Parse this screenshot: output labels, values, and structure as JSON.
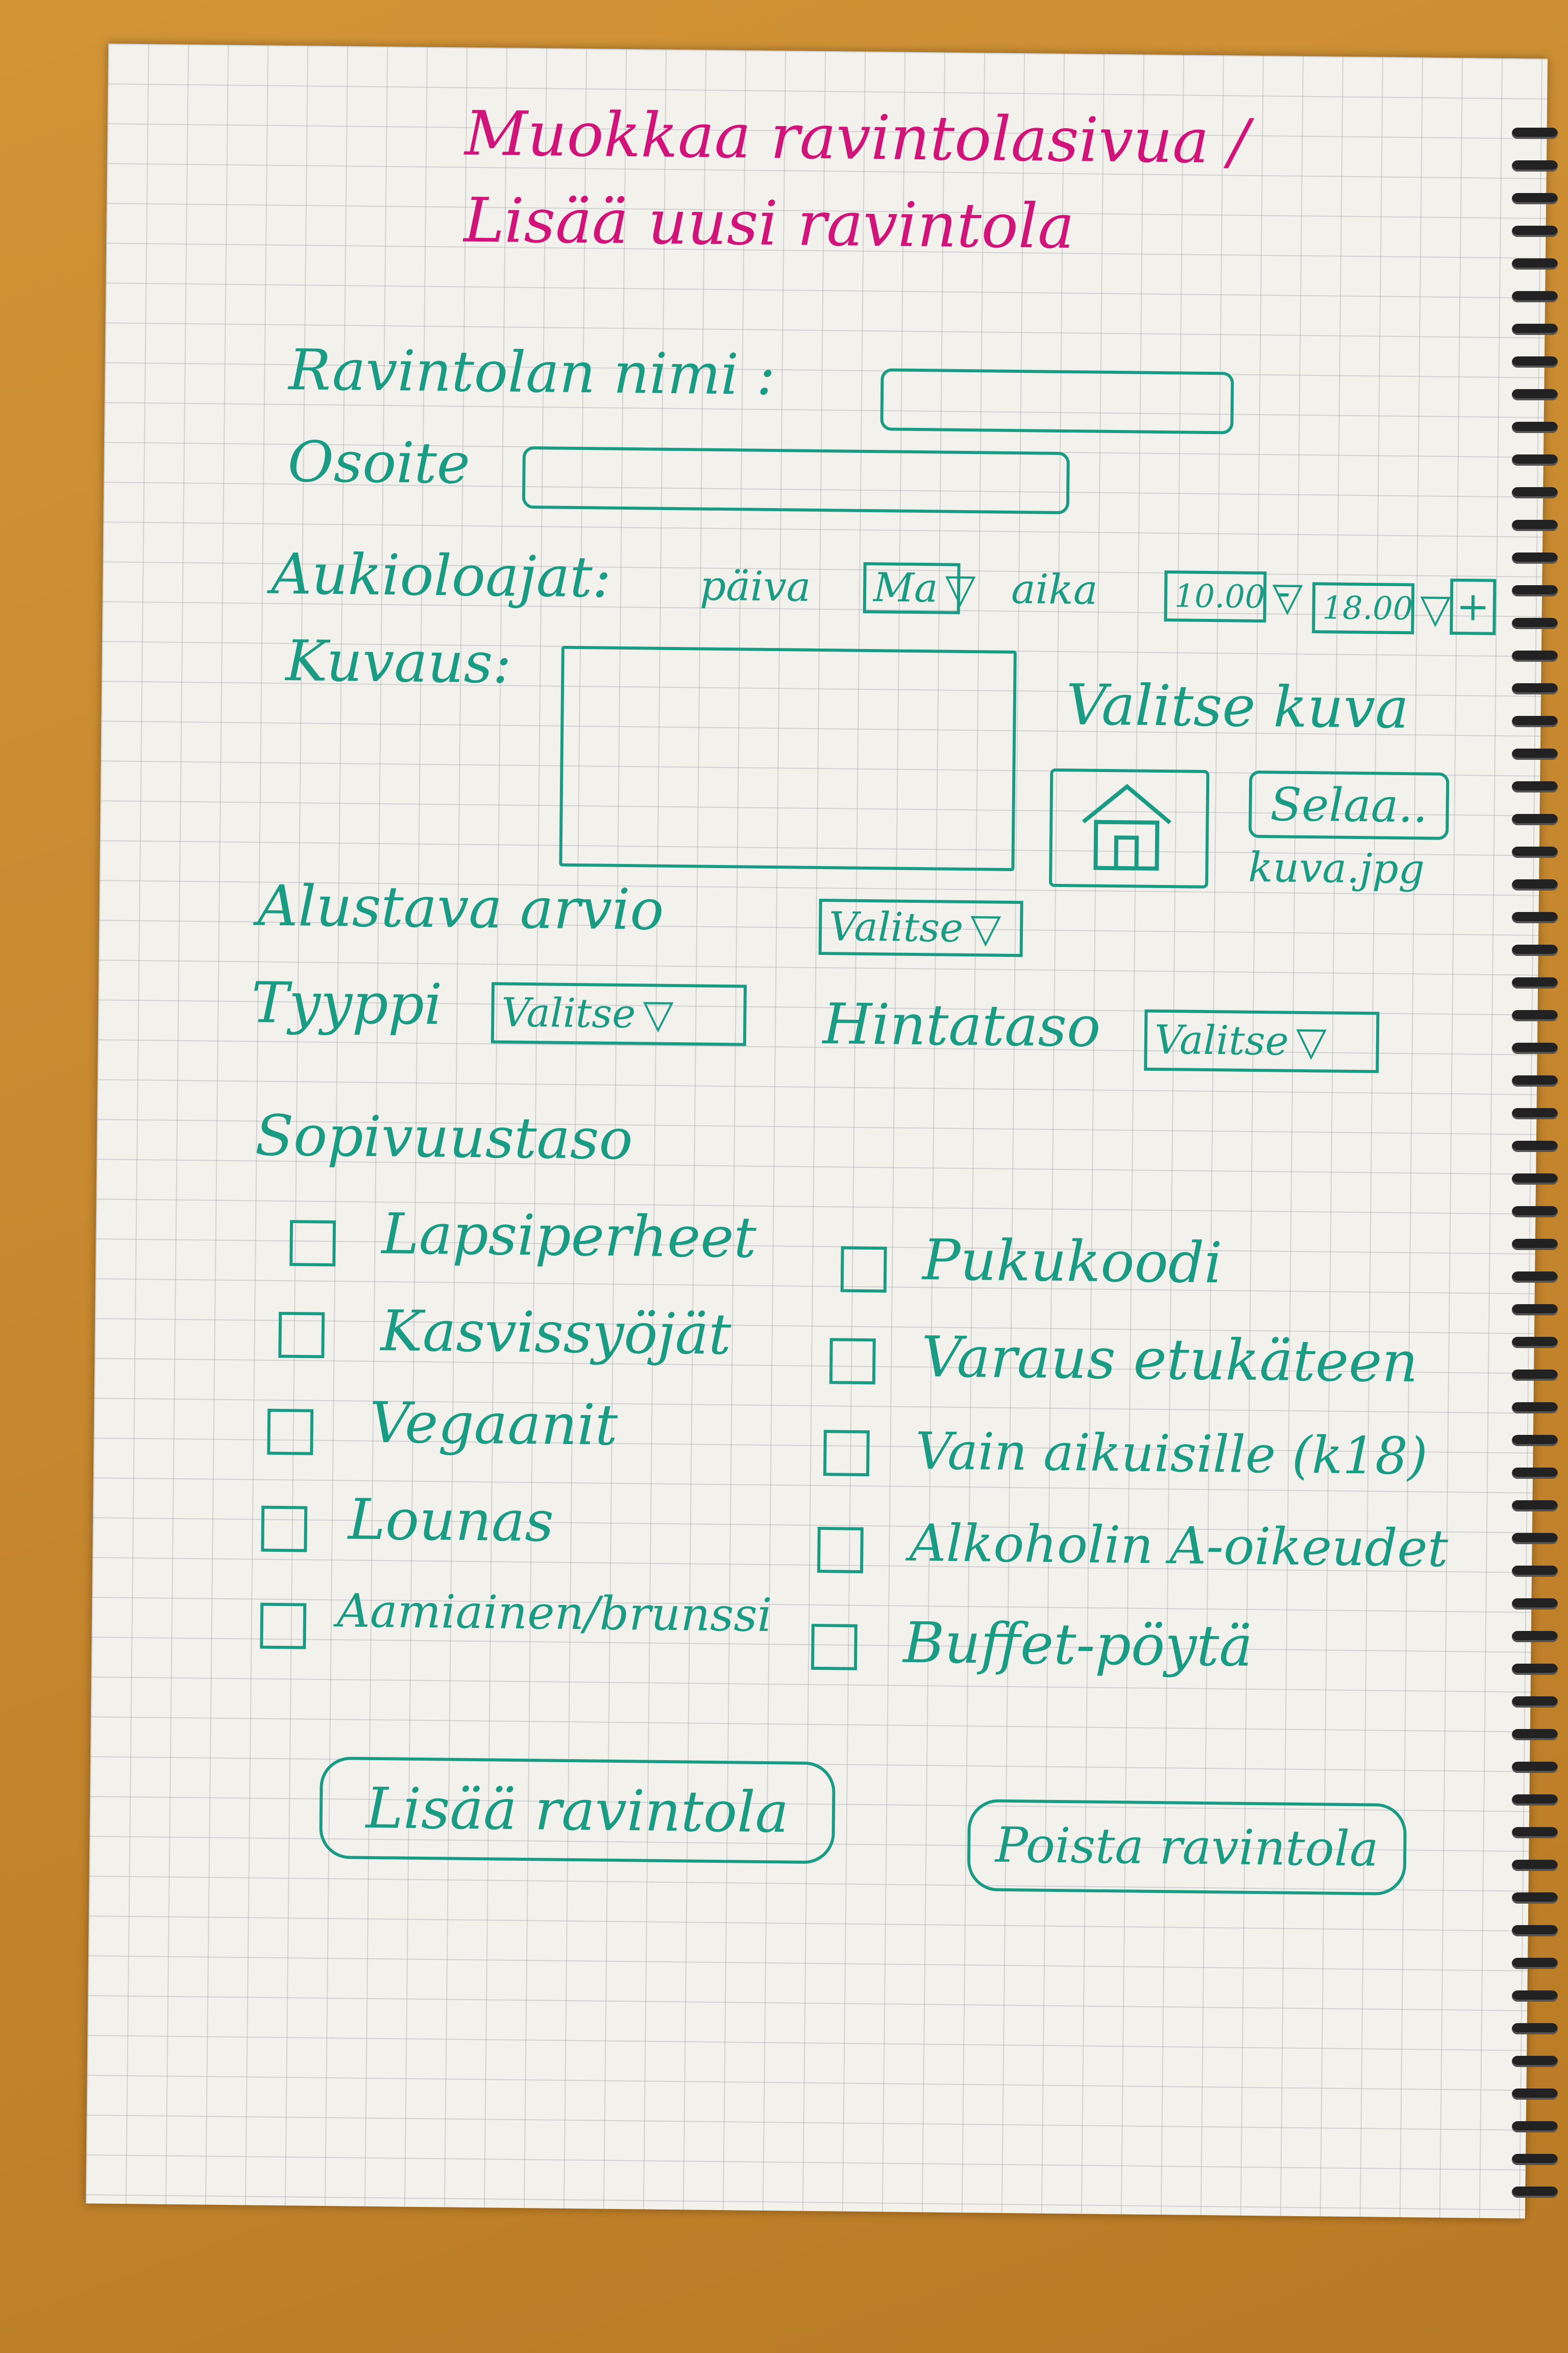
{
  "title": {
    "line1": "Muokkaa ravintolasivua /",
    "line2": "Lisää uusi ravintola"
  },
  "form": {
    "name_label": "Ravintolan nimi :",
    "address_label": "Osoite",
    "hours_label": "Aukioloajat:",
    "day_label": "päiva",
    "day_value": "Ma",
    "time_label": "aika",
    "time_start": "10.00",
    "time_dash": "-",
    "time_end": "18.00",
    "add_hours_symbol": "+",
    "description_label": "Kuvaus:",
    "choose_image_label": "Valitse kuva",
    "browse_button": "Selaa..",
    "file_name": "kuva.jpg",
    "initial_rating_label": "Alustava arvio",
    "initial_rating_value": "Valitse",
    "type_label": "Tyyppi",
    "type_value": "Valitse",
    "price_level_label": "Hintataso",
    "price_level_value": "Valitse",
    "suitability_label": "Sopivuustaso"
  },
  "checkboxes_left": [
    {
      "label": "Lapsiperheet"
    },
    {
      "label": "Kasvissyöjät"
    },
    {
      "label": "Vegaanit"
    },
    {
      "label": "Lounas"
    },
    {
      "label": "Aamiainen/brunssi"
    }
  ],
  "checkboxes_right": [
    {
      "label": "Pukukoodi"
    },
    {
      "label": "Varaus etukäteen"
    },
    {
      "label": "Vain aikuisille (k18)"
    },
    {
      "label": "Alkoholin A-oikeudet"
    },
    {
      "label": "Buffet-pöytä"
    }
  ],
  "buttons": {
    "add": "Lisää ravintola",
    "delete": "Poista ravintola"
  },
  "icons": {
    "dropdown": "dropdown-triangle-icon",
    "image_placeholder": "house-icon",
    "add": "plus-icon"
  },
  "colors": {
    "ink": "#1a9c84",
    "title_ink": "#d0147a",
    "paper": "#f3f1ec"
  }
}
